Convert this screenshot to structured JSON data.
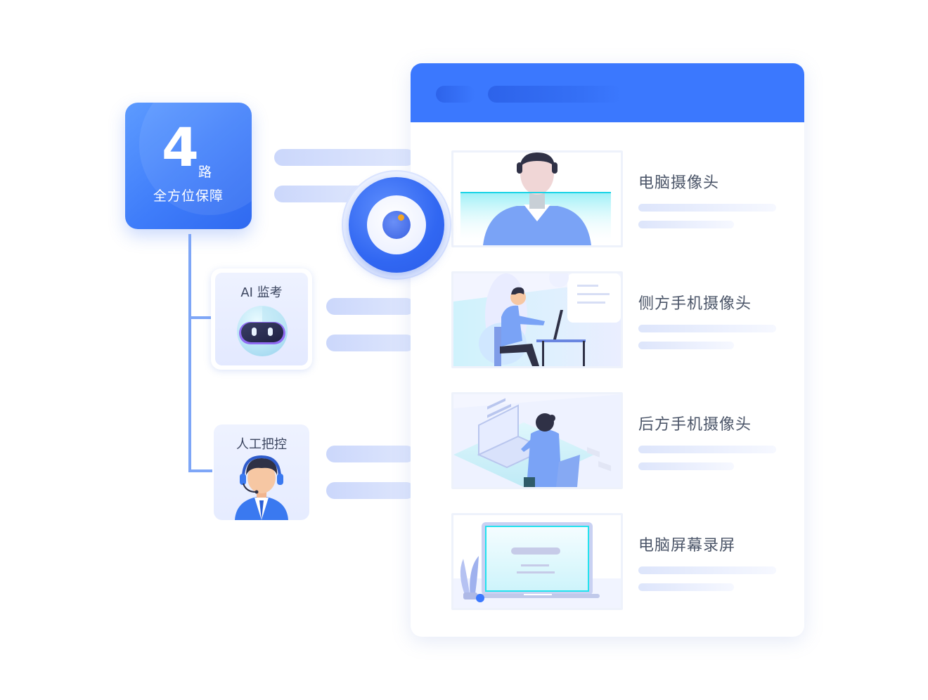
{
  "badge": {
    "number": "4",
    "unit": "路",
    "subtitle": "全方位保障"
  },
  "nodes": [
    {
      "label": "AI 监考",
      "icon": "robot-icon"
    },
    {
      "label": "人工把控",
      "icon": "headset-agent-icon"
    }
  ],
  "cameras": [
    {
      "label": "电脑摄像头",
      "icon": "front-webcam-person-icon"
    },
    {
      "label": "侧方手机摄像头",
      "icon": "side-view-desk-icon"
    },
    {
      "label": "后方手机摄像头",
      "icon": "rear-view-desk-icon"
    },
    {
      "label": "电脑屏幕录屏",
      "icon": "laptop-screen-icon"
    }
  ],
  "colors": {
    "primary": "#3b78fe",
    "connector": "#7ea6f7",
    "accent": "#f5a623"
  }
}
